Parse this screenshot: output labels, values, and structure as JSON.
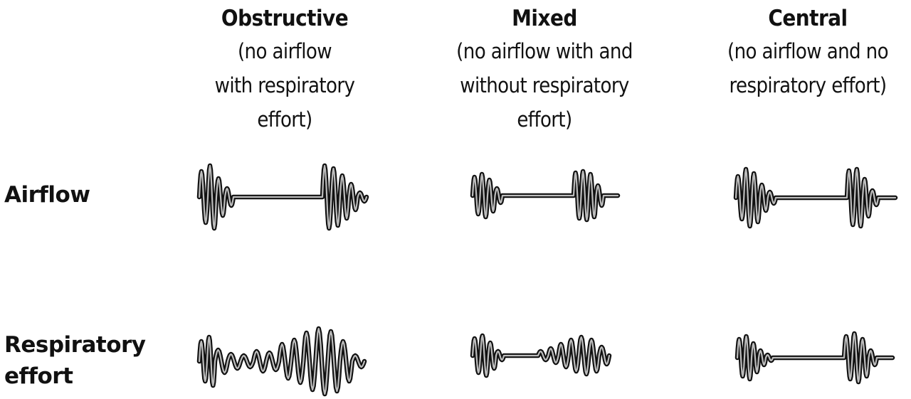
{
  "columns": [
    {
      "title": "Obstructive",
      "description": "(no airflow\nwith respiratory\neffort)"
    },
    {
      "title": "Mixed",
      "description": "(no airflow with and\nwithout respiratory\neffort)"
    },
    {
      "title": "Central",
      "description": "(no airflow and no\nrespiratory effort)"
    }
  ],
  "rows": [
    {
      "label": "Airflow"
    },
    {
      "label": "Respiratory\neffort"
    }
  ],
  "colors": {
    "trace": "#111111",
    "trace_highlight": "#bdbdbd",
    "background": "#ffffff"
  }
}
